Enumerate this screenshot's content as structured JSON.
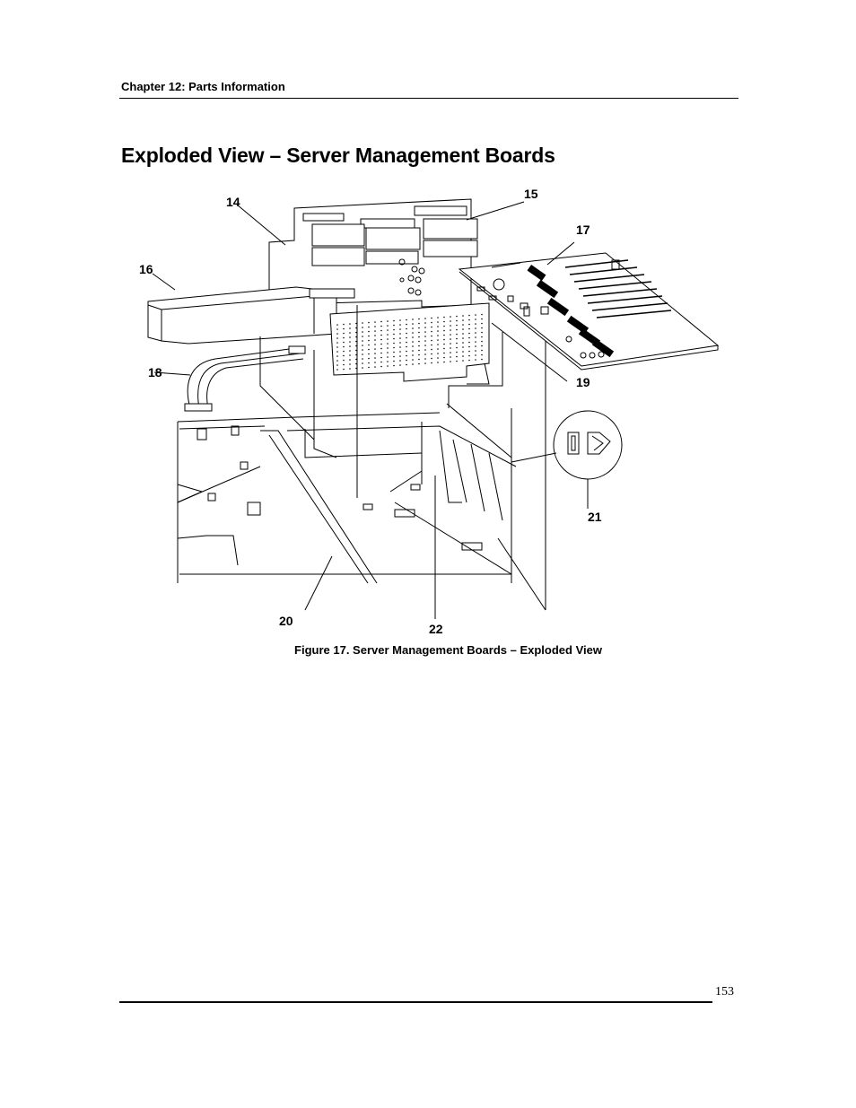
{
  "header": {
    "chapter": "Chapter 12: Parts Information"
  },
  "title": "Exploded View – Server Management Boards",
  "figure": {
    "callouts": [
      "14",
      "15",
      "16",
      "17",
      "18",
      "19",
      "20",
      "21",
      "22"
    ],
    "caption": "Figure 17.  Server Management Boards – Exploded View"
  },
  "footer": {
    "page_number": "153"
  }
}
